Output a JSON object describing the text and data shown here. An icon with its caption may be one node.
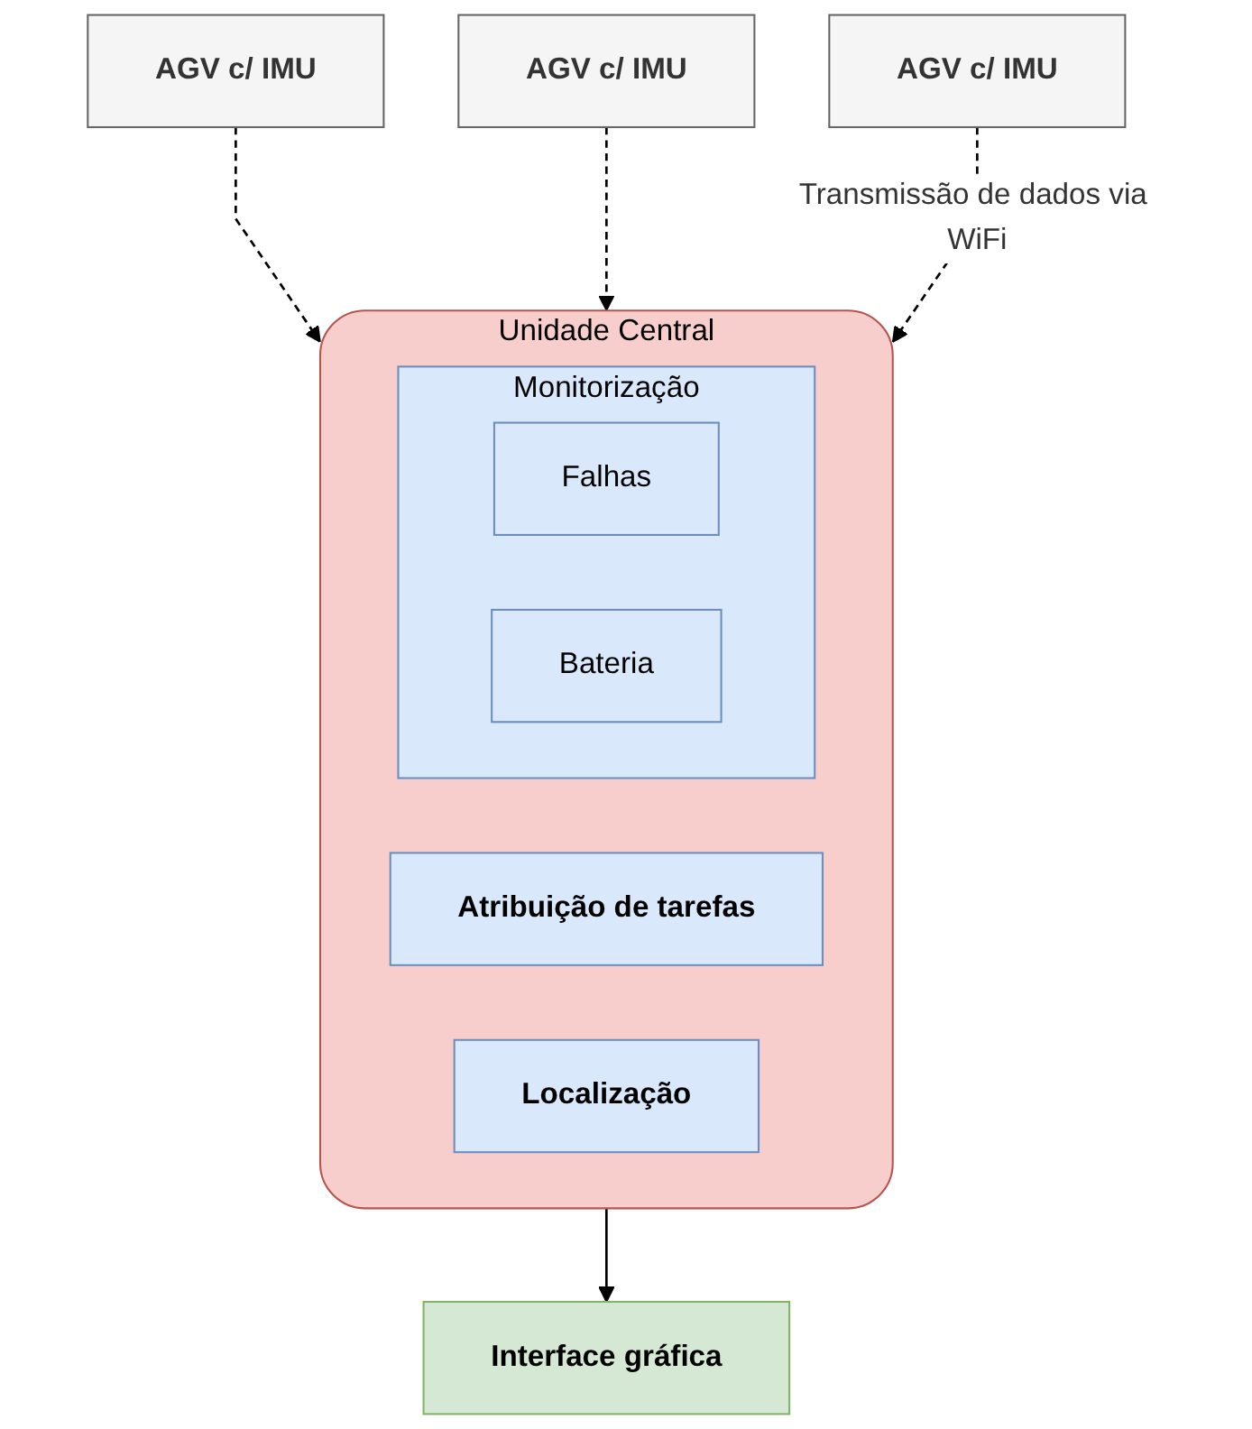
{
  "diagram": {
    "nodes": [
      {
        "text": [
          "AGV c/ IMU"
        ]
      },
      {
        "text": [
          "AGV c/ IMU"
        ]
      },
      {
        "text": [
          "AGV c/ IMU"
        ]
      },
      {
        "text": [
          "Unidade Central"
        ]
      },
      {
        "text": [
          "Monitorização"
        ],
        "in": 3
      },
      {
        "text": [
          "Falhas"
        ],
        "in": 4
      },
      {
        "text": [
          "Bateria"
        ],
        "in": 4
      },
      {
        "text": [
          "Atribuição de tarefas"
        ],
        "in": 3
      },
      {
        "text": [
          "Localização"
        ],
        "in": 3
      },
      {
        "text": [
          "Interface gráfica"
        ]
      }
    ],
    "edges": [
      {
        "from": 0,
        "to": 3,
        "arrow": "to",
        "style": "dashed"
      },
      {
        "from": 1,
        "to": 3,
        "arrow": "to",
        "style": "dashed"
      },
      {
        "from": 2,
        "to": 3,
        "arrow": "to",
        "style": "dashed",
        "label": "Transmissão de dados via WiFi"
      },
      {
        "from": 3,
        "to": 9,
        "arrow": "to"
      }
    ]
  }
}
